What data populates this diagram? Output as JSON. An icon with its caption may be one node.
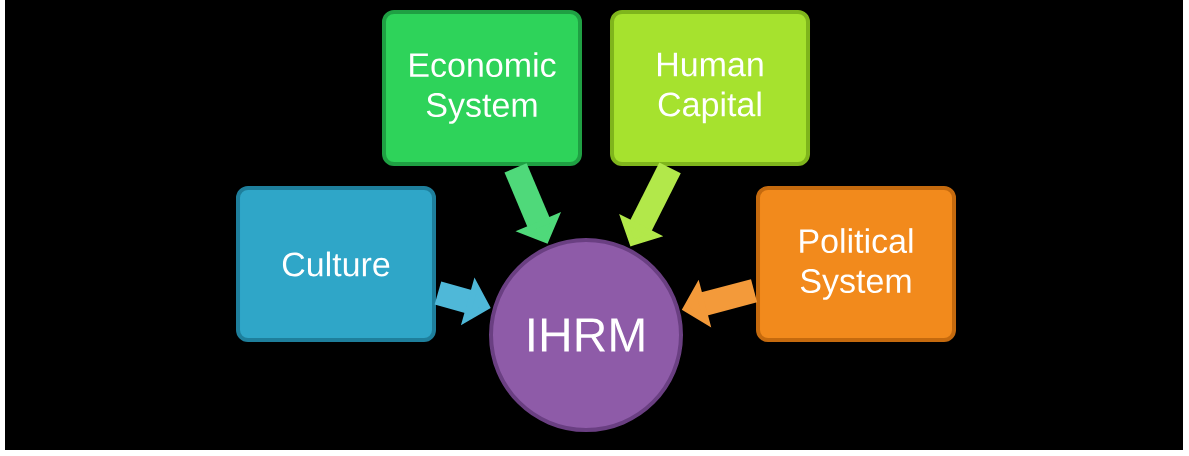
{
  "diagram": {
    "nodes": [
      {
        "text": [
          "Culture"
        ]
      },
      {
        "text": [
          "Economic System"
        ]
      },
      {
        "text": [
          "Human Capital"
        ]
      },
      {
        "text": [
          "Political System"
        ]
      },
      {
        "text": [
          "IHRM"
        ]
      }
    ],
    "edges": [
      {
        "from": 0,
        "to": 4,
        "arrow": "to",
        "color": "#4fb8d8"
      },
      {
        "from": 1,
        "to": 4,
        "arrow": "to",
        "color": "#4fd97a"
      },
      {
        "from": 2,
        "to": 4,
        "arrow": "to",
        "color": "#b2e84a"
      },
      {
        "from": 3,
        "to": 4,
        "arrow": "to",
        "color": "#f39a3a"
      }
    ]
  }
}
